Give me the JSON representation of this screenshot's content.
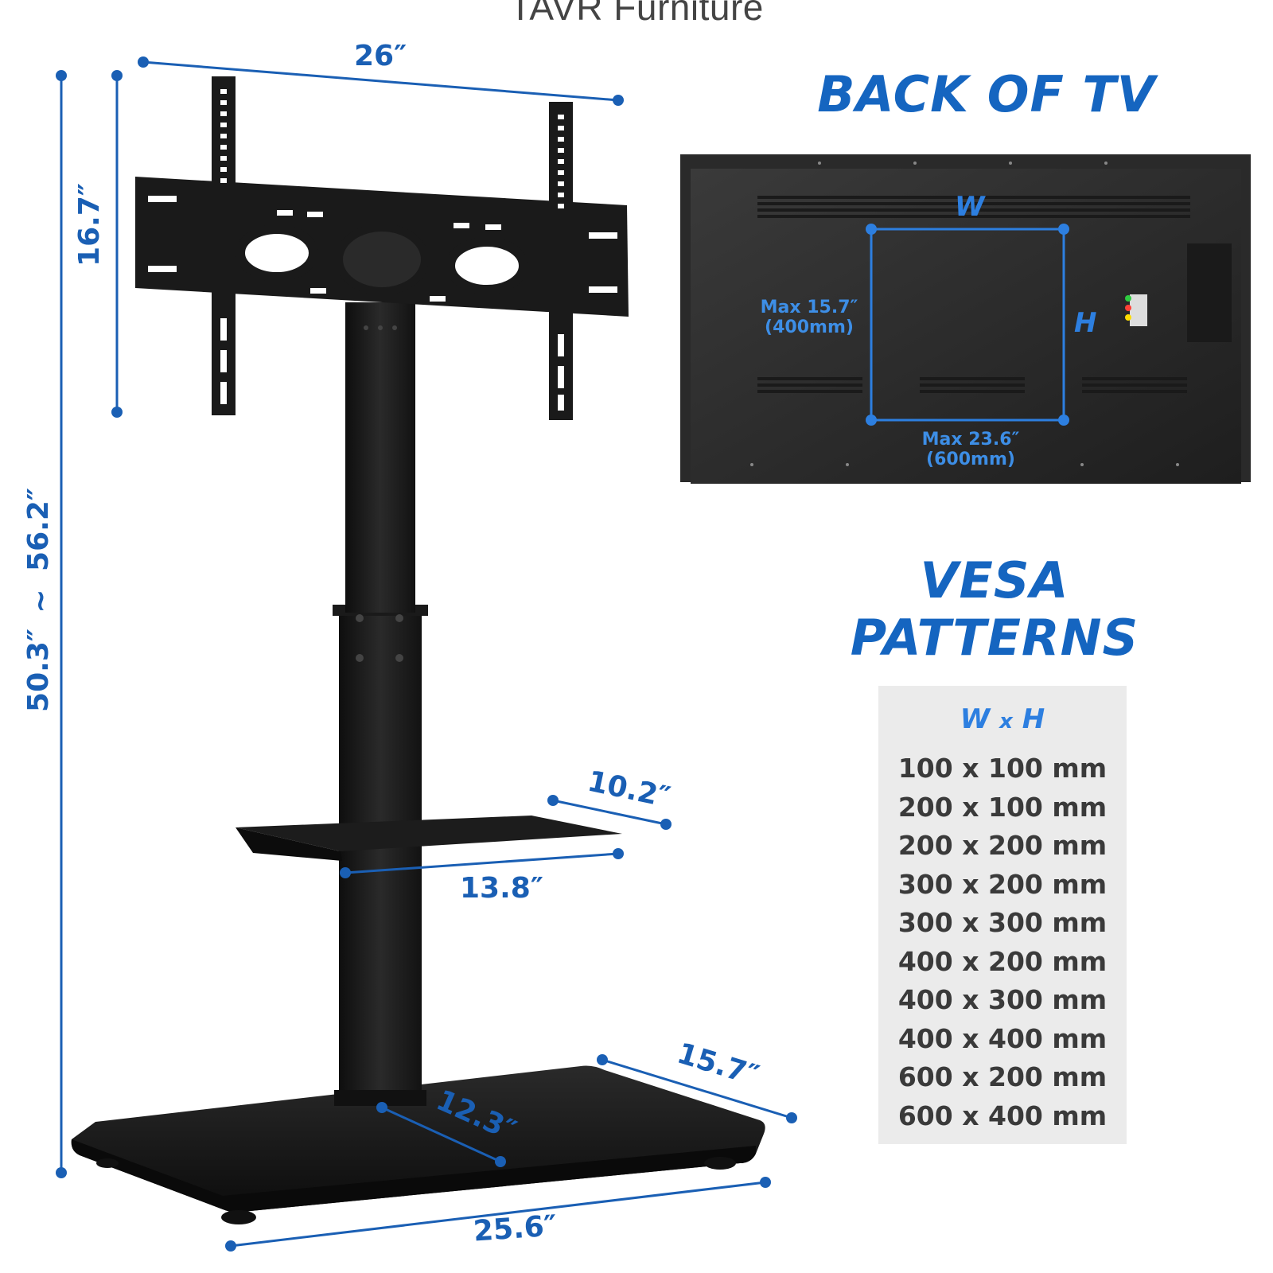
{
  "brand": "TAVR Furniture",
  "dimensions": {
    "mount_width": "26″",
    "mount_height": "16.7″",
    "total_height_min": "50.3″",
    "tilde": "~",
    "total_height_max": "56.2″",
    "shelf_depth": "10.2″",
    "shelf_width": "13.8″",
    "base_depth": "15.7″",
    "base_inner": "12.3″",
    "base_width": "25.6″"
  },
  "back_of_tv": {
    "heading": "BACK OF TV",
    "w_letter": "W",
    "h_letter": "H",
    "max_height_line1": "Max 15.7″",
    "max_height_line2": "(400mm)",
    "max_width_line1": "Max 23.6″",
    "max_width_line2": "(600mm)"
  },
  "vesa": {
    "heading_line1": "VESA",
    "heading_line2": "PATTERNS",
    "header_w": "W",
    "header_x": "x",
    "header_h": "H",
    "patterns": [
      "100 x 100 mm",
      "200 x 100 mm",
      "200 x 200 mm",
      "300 x 200 mm",
      "300 x 300 mm",
      "400 x 200 mm",
      "400 x 300 mm",
      "400 x 400 mm",
      "600 x 200 mm",
      "600 x 400 mm"
    ]
  },
  "colors": {
    "dimension_blue": "#1a5fb4",
    "heading_blue": "#1565c0",
    "tv_accent": "#2d7fe0",
    "stand_black": "#1c1c1c",
    "table_bg": "#ebebeb"
  }
}
